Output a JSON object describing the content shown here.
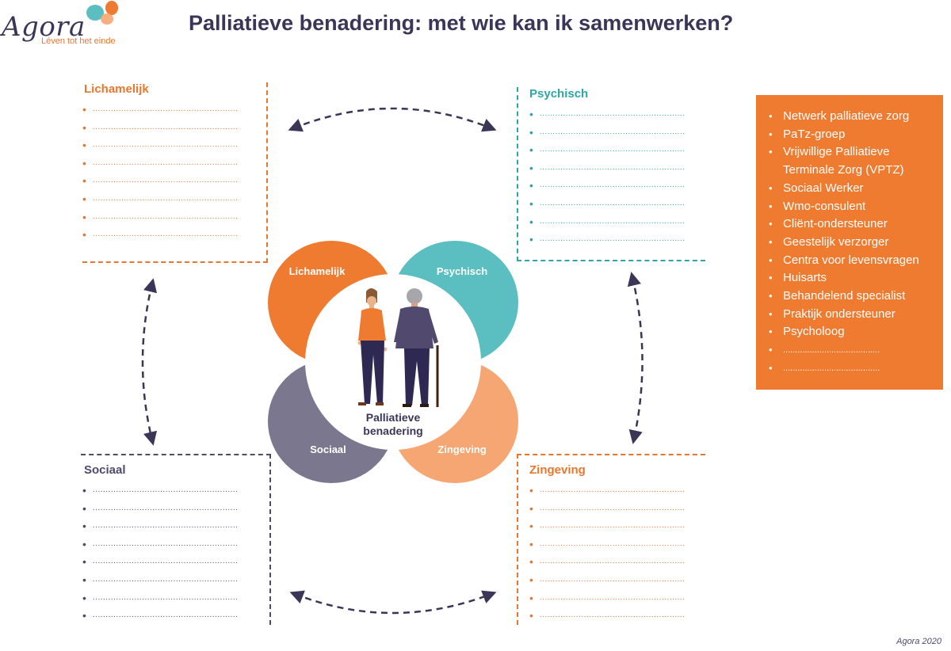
{
  "brand": {
    "name": "Agora",
    "tagline": "Léven tot het einde"
  },
  "title": "Palliatieve benadering: met wie kan ik samenwerken?",
  "quadrants": {
    "top_left": {
      "label": "Lichamelijk",
      "items": [
        "........................................................",
        "........................................................",
        "........................................................",
        "........................................................",
        "........................................................",
        "........................................................",
        "........................................................",
        "........................................................"
      ]
    },
    "top_right": {
      "label": "Psychisch",
      "items": [
        "........................................................",
        "........................................................",
        "........................................................",
        "........................................................",
        "........................................................",
        "........................................................",
        "........................................................",
        "........................................................"
      ]
    },
    "bottom_left": {
      "label": "Sociaal",
      "items": [
        "........................................................",
        "........................................................",
        "........................................................",
        "........................................................",
        "........................................................",
        "........................................................",
        "........................................................",
        "........................................................"
      ]
    },
    "bottom_right": {
      "label": "Zingeving",
      "items": [
        "........................................................",
        "........................................................",
        "........................................................",
        "........................................................",
        "........................................................",
        "........................................................",
        "........................................................",
        "........................................................"
      ]
    }
  },
  "center": {
    "petals": {
      "top_left": "Lichamelijk",
      "top_right": "Psychisch",
      "bottom_left": "Sociaal",
      "bottom_right": "Zingeving"
    },
    "caption_line1": "Palliatieve",
    "caption_line2": "benadering"
  },
  "partners": [
    "Netwerk palliatieve zorg",
    "PaTz-groep",
    "Vrijwillige Palliatieve",
    "Terminale Zorg (VPTZ)",
    "Sociaal Werker",
    "Wmo-consulent",
    "Cliënt-ondersteuner",
    "Geestelijk verzorger",
    "Centra voor levensvragen",
    "Huisarts",
    "Behandelend specialist",
    "Praktijk ondersteuner",
    "Psycholoog",
    "........................................",
    "........................................"
  ],
  "footer": "Agora 2020",
  "colors": {
    "navy": "#3b3558",
    "orange": "#ef7b30",
    "teal": "#5bbfc1",
    "grey_purple": "#7b778e",
    "peach": "#f6a672"
  }
}
